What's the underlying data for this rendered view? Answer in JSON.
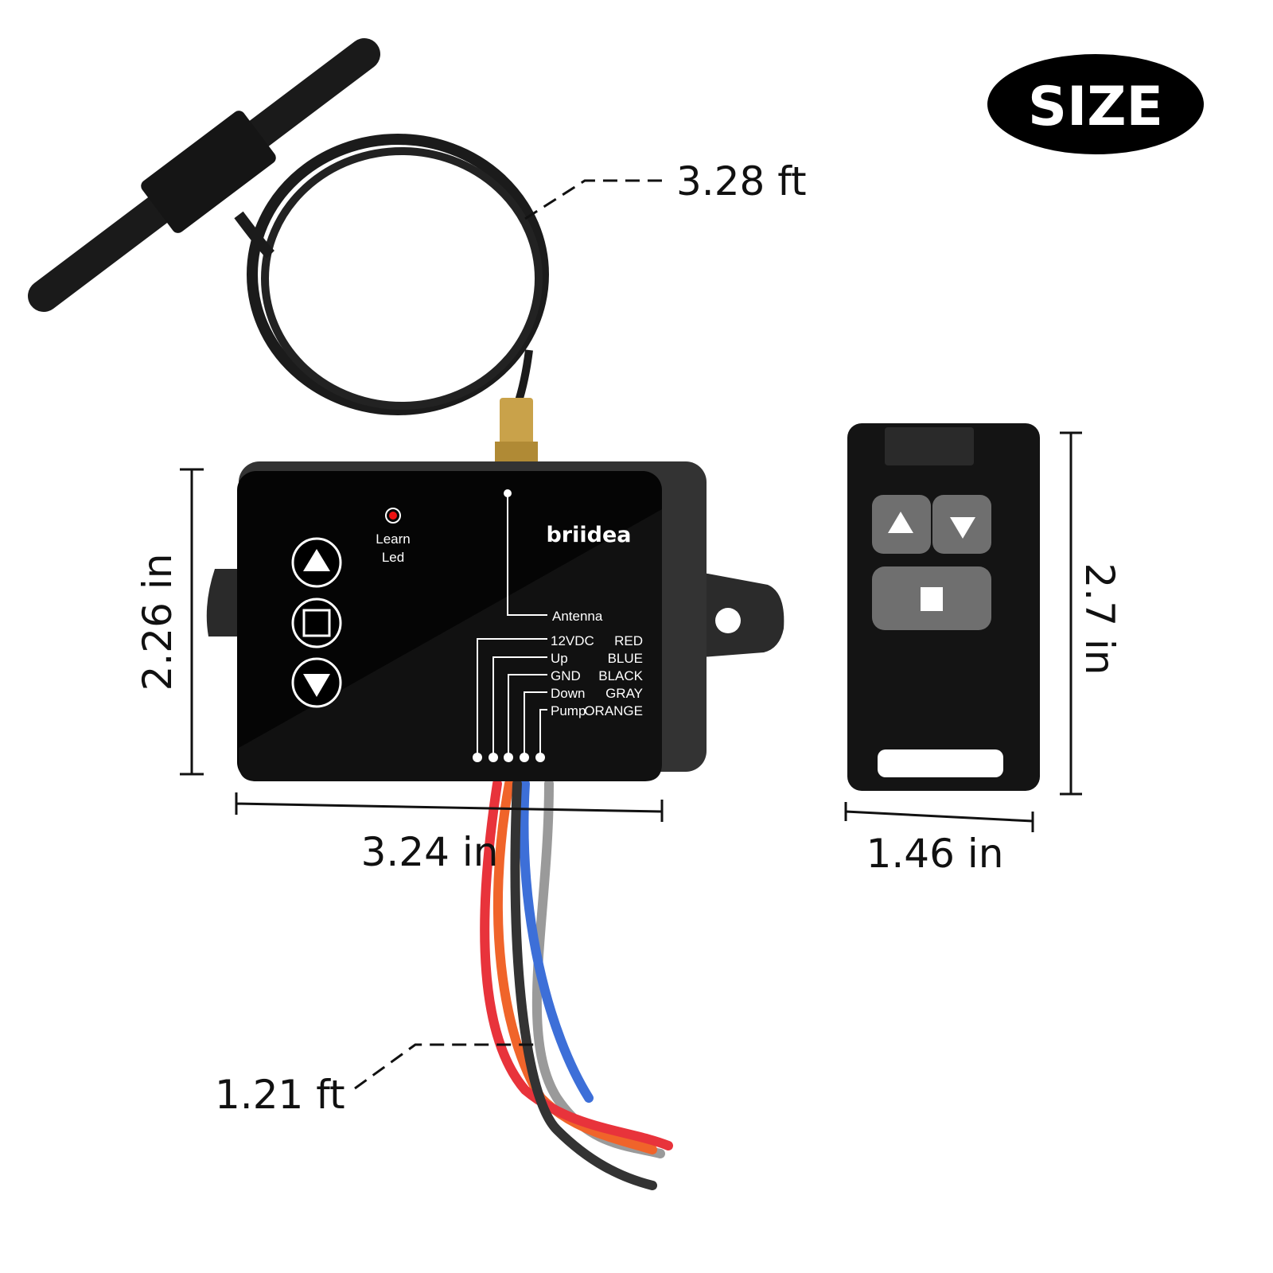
{
  "badge": {
    "label": "SIZE"
  },
  "dimensions": {
    "antenna_cable": "3.28 ft",
    "controller_height": "2.26 in",
    "controller_width": "3.24 in",
    "wire_length": "1.21 ft",
    "remote_height": "2.7 in",
    "remote_width": "1.46 in"
  },
  "controller": {
    "brand": "briidea",
    "led_label_1": "Learn",
    "led_label_2": "Led",
    "antenna_label": "Antenna",
    "wires": [
      {
        "name": "12VDC",
        "color": "RED"
      },
      {
        "name": "Up",
        "color": "BLUE"
      },
      {
        "name": "GND",
        "color": "BLACK"
      },
      {
        "name": "Down",
        "color": "GRAY"
      },
      {
        "name": "Pump",
        "color": "ORANGE"
      }
    ]
  },
  "colors": {
    "wire_red": "#e8333b",
    "wire_blue": "#3d6fd8",
    "wire_orange": "#f0642a",
    "wire_gray": "#9a9a9a",
    "remote_button": "#6f6f6f"
  }
}
